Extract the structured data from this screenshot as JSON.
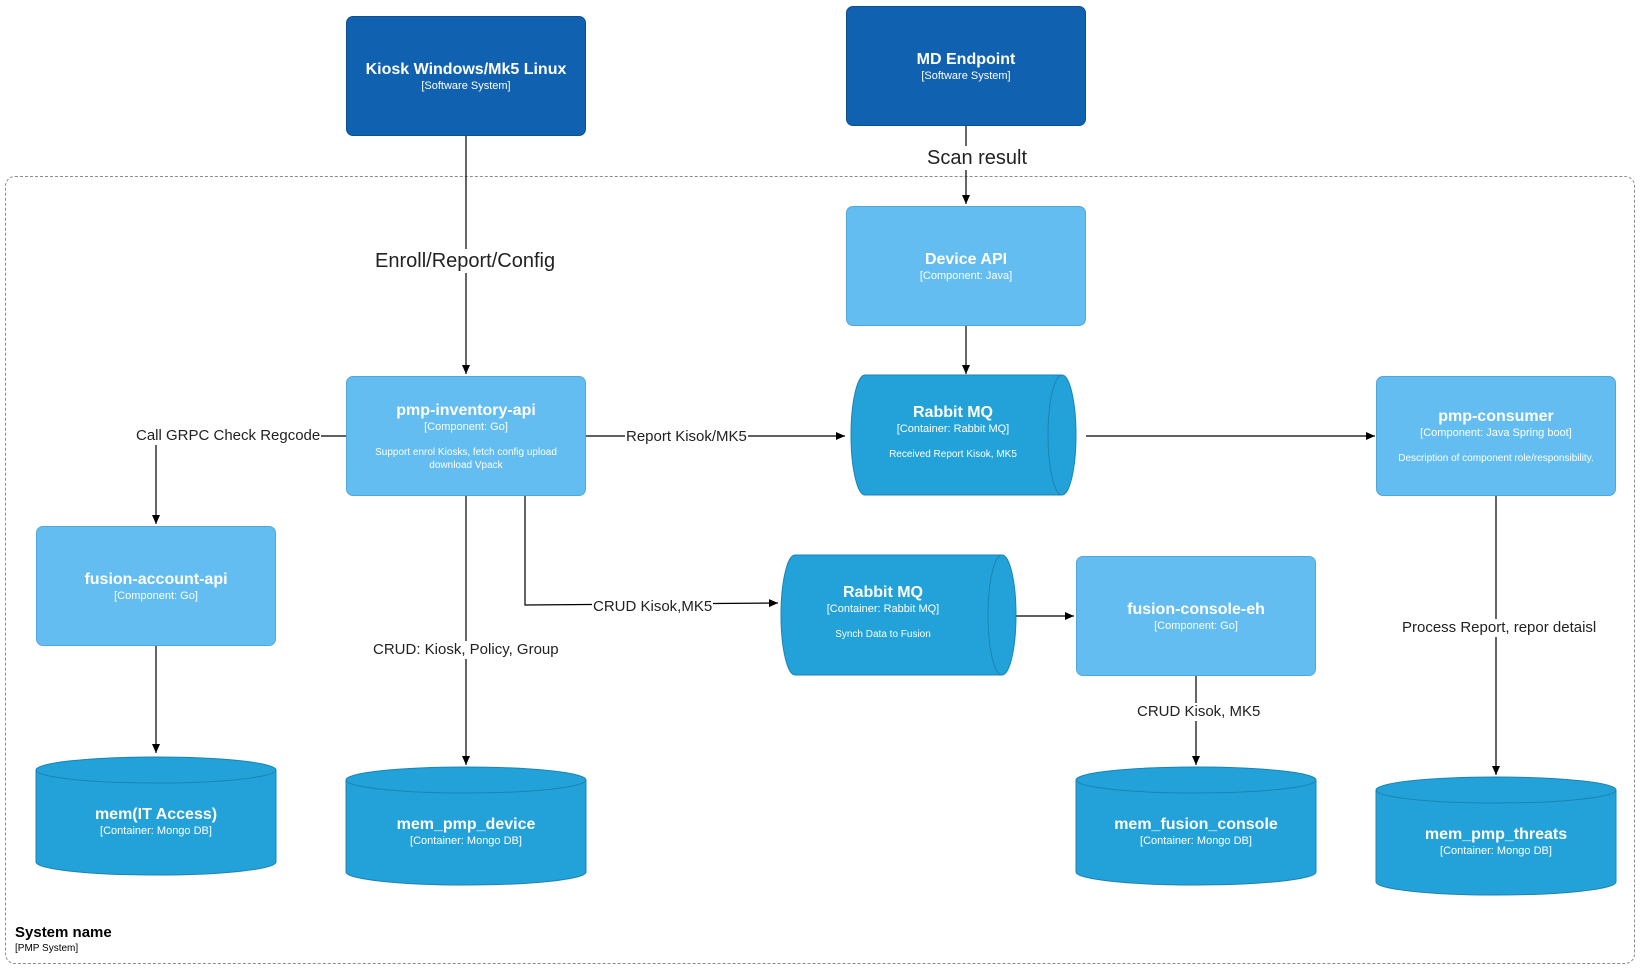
{
  "boundary": {
    "title": "System name",
    "subtitle": "[PMP System]"
  },
  "nodes": {
    "kiosk": {
      "title": "Kiosk Windows/Mk5 Linux",
      "tech": "[Software System]"
    },
    "md_endpoint": {
      "title": "MD Endpoint",
      "tech": "[Software System]"
    },
    "device_api": {
      "title": "Device API",
      "tech": "[Component: Java]"
    },
    "inventory_api": {
      "title": "pmp-inventory-api",
      "tech": "[Component: Go]",
      "desc": "Support enrol Kiosks, fetch config upload download Vpack"
    },
    "rabbit1": {
      "title": "Rabbit MQ",
      "tech": "[Container: Rabbit MQ]",
      "desc": "Received Report Kisok, MK5"
    },
    "consumer": {
      "title": "pmp-consumer",
      "tech": "[Component: Java Spring boot]",
      "desc": "Description of component role/responsibility."
    },
    "account_api": {
      "title": "fusion-account-api",
      "tech": "[Component: Go]"
    },
    "rabbit2": {
      "title": "Rabbit MQ",
      "tech": "[Container: Rabbit MQ]",
      "desc": "Synch Data to Fusion"
    },
    "console_eh": {
      "title": "fusion-console-eh",
      "tech": "[Component: Go]"
    },
    "mem_it": {
      "title": "mem(IT Access)",
      "tech": "[Container: Mongo DB]"
    },
    "mem_device": {
      "title": "mem_pmp_device",
      "tech": "[Container: Mongo DB]"
    },
    "mem_console": {
      "title": "mem_fusion_console",
      "tech": "[Container: Mongo DB]"
    },
    "mem_threats": {
      "title": "mem_pmp_threats",
      "tech": "[Container: Mongo DB]"
    }
  },
  "edges": {
    "scan_result": "Scan result",
    "enroll": "Enroll/Report/Config",
    "call_grpc": "Call GRPC Check Regcode",
    "report_kisok": "Report Kisok/MK5",
    "crud_kisok_mk5": "CRUD Kisok,MK5",
    "crud_kiosk_policy": "CRUD: Kiosk, Policy, Group",
    "crud_console": "CRUD Kisok, MK5",
    "process_report": "Process Report, repor detaisl"
  },
  "colors": {
    "dark_blue": "#1061b0",
    "light_blue": "#63bdf0",
    "db_blue": "#23a2d9",
    "edge": "#000000"
  }
}
